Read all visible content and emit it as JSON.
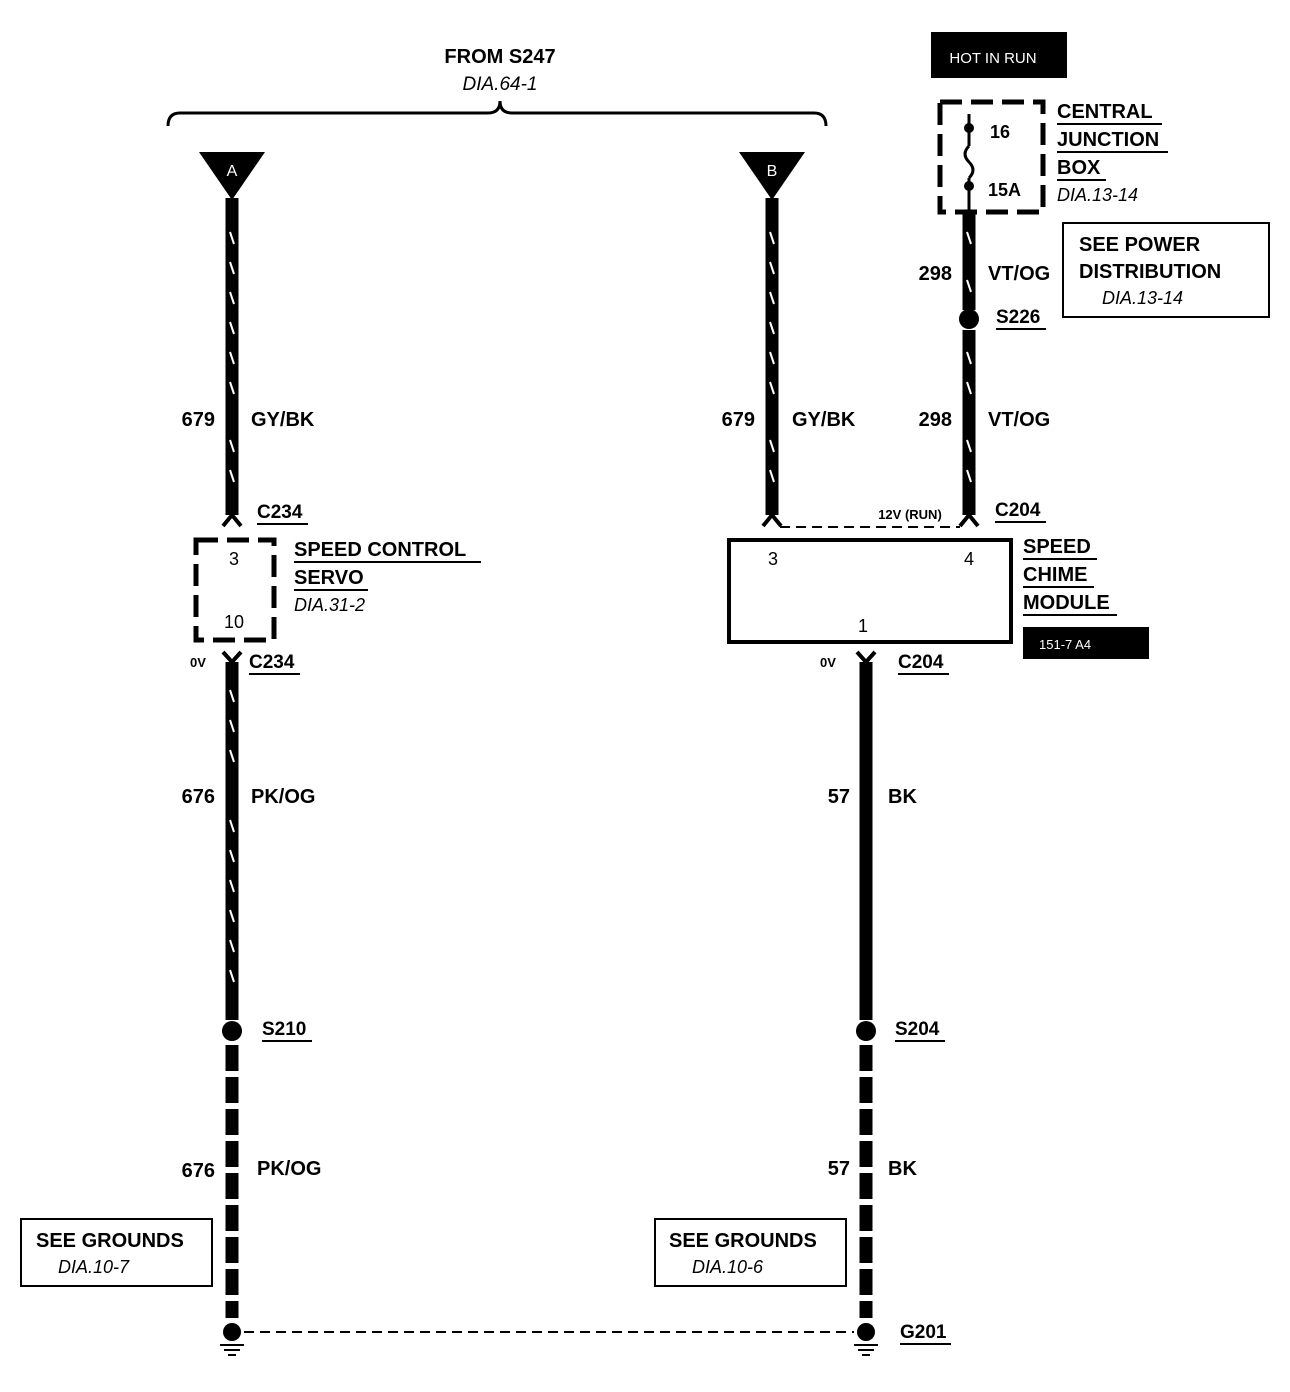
{
  "header": {
    "source": "FROM S247",
    "source_ref": "DIA.64-1"
  },
  "connectors": {
    "a": "A",
    "b": "B"
  },
  "power": {
    "badge": "HOT IN RUN",
    "fuse_top": "16",
    "fuse_bottom": "15A",
    "jbox_line1": "CENTRAL",
    "jbox_line2": "JUNCTION",
    "jbox_line3": "BOX",
    "jbox_ref": "DIA.13-14",
    "see_line1": "SEE POWER",
    "see_line2": "DISTRIBUTION",
    "see_ref": "DIA.13-14",
    "splice": "S226"
  },
  "wires": {
    "w679_num": "679",
    "w679_color": "GY/BK",
    "w298_num": "298",
    "w298_color": "VT/OG",
    "w676_num": "676",
    "w676_color": "PK/OG",
    "w57_num": "57",
    "w57_color": "BK"
  },
  "servo": {
    "conn_top": "C234",
    "conn_bottom": "C234",
    "pin_top": "3",
    "pin_bottom": "10",
    "name_line1": "SPEED CONTROL",
    "name_line2": "SERVO",
    "ref": "DIA.31-2",
    "voltage": "0V"
  },
  "module": {
    "conn_top": "C204",
    "conn_bottom": "C204",
    "pin3": "3",
    "pin4": "4",
    "pin1": "1",
    "voltage_top": "12V (RUN)",
    "voltage_bottom": "0V",
    "name_line1": "SPEED",
    "name_line2": "CHIME",
    "name_line3": "MODULE",
    "badge": "151-7 A4"
  },
  "grounds": {
    "splice_left": "S210",
    "splice_right": "S204",
    "left_title": "SEE GROUNDS",
    "left_ref": "DIA.10-7",
    "right_title": "SEE GROUNDS",
    "right_ref": "DIA.10-6",
    "ground_point": "G201"
  }
}
